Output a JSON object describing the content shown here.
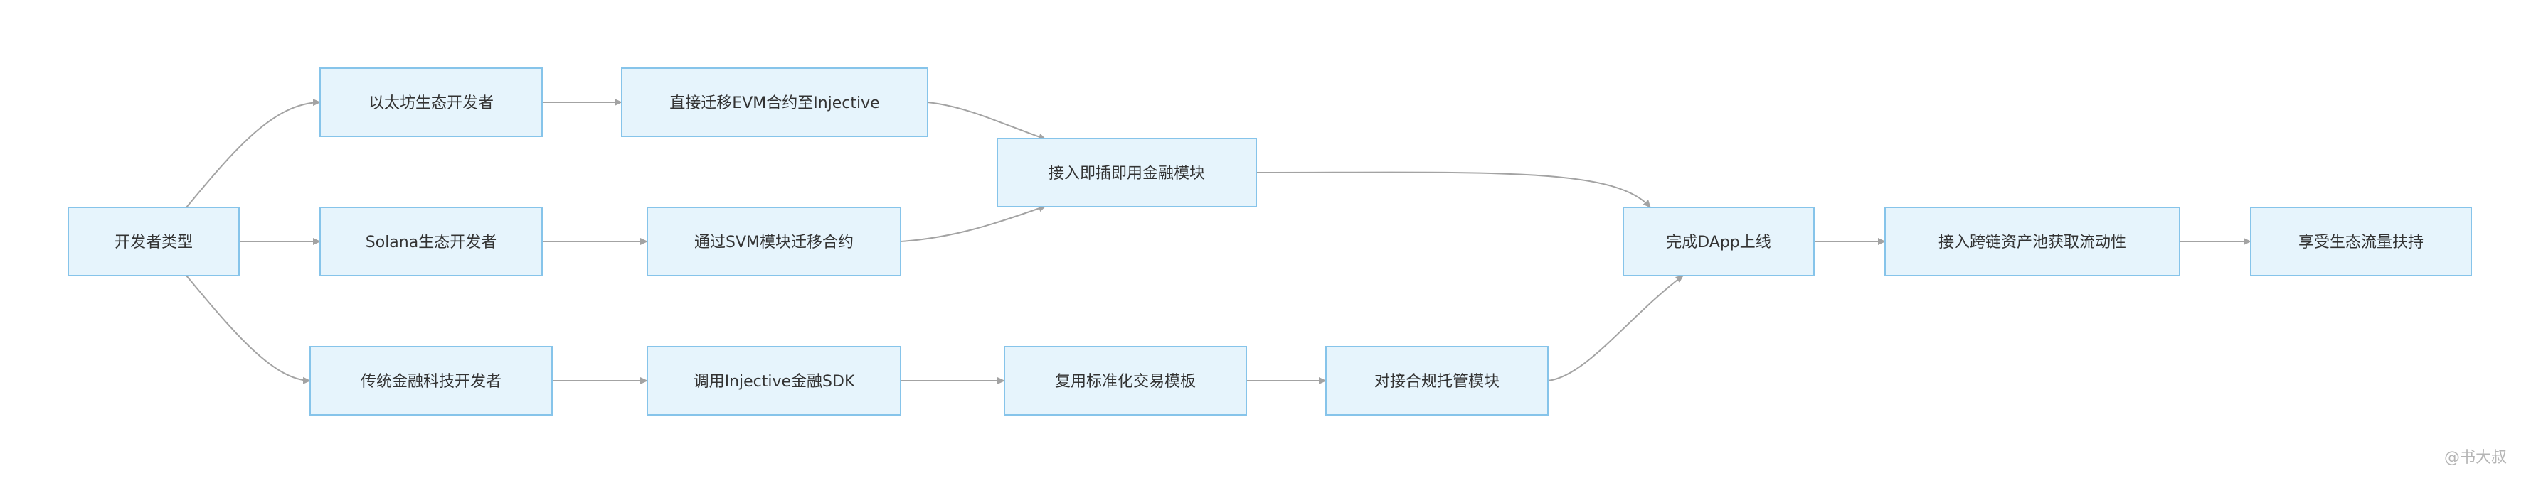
{
  "diagram": {
    "nodes": [
      {
        "id": "dev-type",
        "label": "开发者类型"
      },
      {
        "id": "eth-dev",
        "label": "以太坊生态开发者"
      },
      {
        "id": "sol-dev",
        "label": "Solana生态开发者"
      },
      {
        "id": "fin-dev",
        "label": "传统金融科技开发者"
      },
      {
        "id": "evm-migrate",
        "label": "直接迁移EVM合约至Injective"
      },
      {
        "id": "svm-migrate",
        "label": "通过SVM模块迁移合约"
      },
      {
        "id": "sdk",
        "label": "调用Injective金融SDK"
      },
      {
        "id": "plug",
        "label": "接入即插即用金融模块"
      },
      {
        "id": "template",
        "label": "复用标准化交易模板"
      },
      {
        "id": "custody",
        "label": "对接合规托管模块"
      },
      {
        "id": "launch",
        "label": "完成DApp上线"
      },
      {
        "id": "liquidity",
        "label": "接入跨链资产池获取流动性"
      },
      {
        "id": "support",
        "label": "享受生态流量扶持"
      }
    ],
    "edges": [
      {
        "from": "dev-type",
        "to": "eth-dev"
      },
      {
        "from": "dev-type",
        "to": "sol-dev"
      },
      {
        "from": "dev-type",
        "to": "fin-dev"
      },
      {
        "from": "eth-dev",
        "to": "evm-migrate"
      },
      {
        "from": "sol-dev",
        "to": "svm-migrate"
      },
      {
        "from": "fin-dev",
        "to": "sdk"
      },
      {
        "from": "evm-migrate",
        "to": "plug"
      },
      {
        "from": "svm-migrate",
        "to": "plug"
      },
      {
        "from": "sdk",
        "to": "template"
      },
      {
        "from": "template",
        "to": "custody"
      },
      {
        "from": "plug",
        "to": "launch"
      },
      {
        "from": "custody",
        "to": "launch"
      },
      {
        "from": "launch",
        "to": "liquidity"
      },
      {
        "from": "liquidity",
        "to": "support"
      }
    ]
  },
  "watermark": "@书大叔"
}
